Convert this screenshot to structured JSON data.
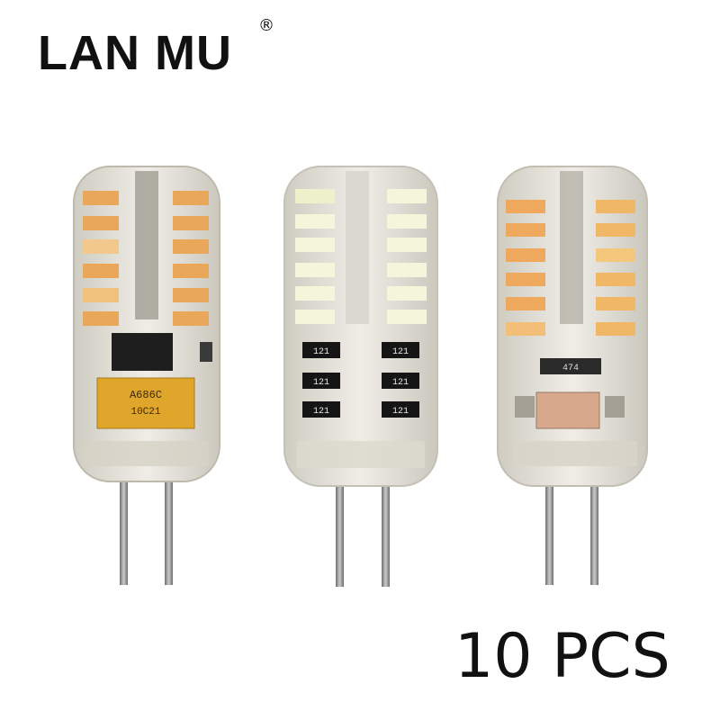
{
  "brand": {
    "name": "LAN MU",
    "mark": "®"
  },
  "quantity_label": "10 PCS",
  "bulbs": [
    {
      "tint": "warm",
      "led_color": "#e9a75a",
      "chip_labels": [
        "A686C",
        "10C21"
      ],
      "resistor_label": ""
    },
    {
      "tint": "cool",
      "led_color": "#f4f6dc",
      "chip_labels": [
        "121",
        "121",
        "121",
        "121",
        "121",
        "121"
      ]
    },
    {
      "tint": "warm",
      "led_color": "#f0b766",
      "chip_labels": [
        "474"
      ]
    }
  ],
  "colors": {
    "background": "#ffffff",
    "text": "#111111",
    "silicone": "#e6e3d8",
    "pins": "#8a8c8e"
  }
}
